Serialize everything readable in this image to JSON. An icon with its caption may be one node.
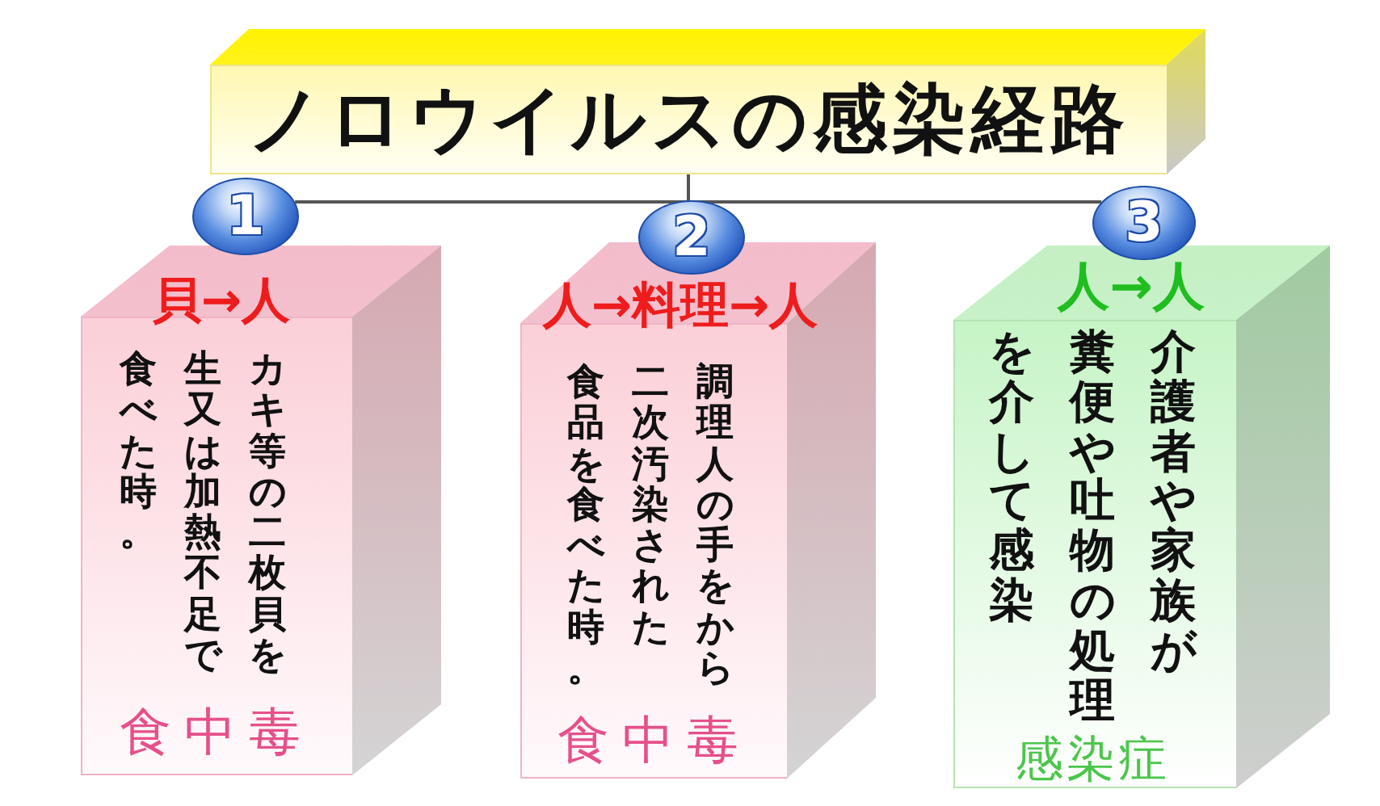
{
  "diagram": {
    "nodes": [
      {
        "text": [
          "ノロウイルスの感染経路"
        ]
      },
      {
        "text": [
          "1"
        ]
      },
      {
        "text": [
          "貝→人",
          "カキ等の二枚貝を",
          "生又は加熱不足で",
          "食べた時。",
          "食中毒"
        ]
      },
      {
        "text": [
          "2"
        ]
      },
      {
        "text": [
          "人→料理→人",
          "調理人の手をから",
          "二次汚染された",
          "食品を食べた時。",
          "食中毒"
        ]
      },
      {
        "text": [
          "3"
        ]
      },
      {
        "text": [
          "人→人",
          "介護者や家族が",
          "糞便や吐物の処理",
          "を介して感染",
          "感染症"
        ]
      }
    ],
    "edges": [
      {
        "from": 0,
        "to": 1,
        "arrow": "none"
      },
      {
        "from": 0,
        "to": 3,
        "arrow": "none"
      },
      {
        "from": 0,
        "to": 5,
        "arrow": "none"
      }
    ]
  }
}
